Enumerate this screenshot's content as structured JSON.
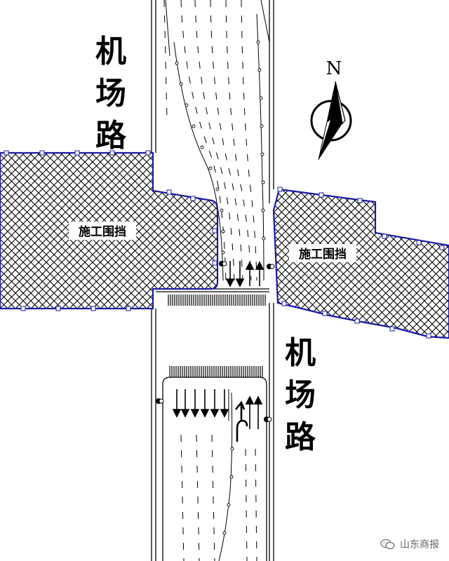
{
  "road_label_north": [
    "机",
    "场",
    "路"
  ],
  "road_label_south": [
    "机",
    "场",
    "路"
  ],
  "zone_left_label": "施工围挡",
  "zone_right_label": "施工围挡",
  "north_letter": "N",
  "watermark": "山东商报",
  "colors": {
    "hoarding_outline": "#1a1aa6",
    "lines": "#000000",
    "background": "#ffffff"
  },
  "icons": [
    "north-arrow-icon",
    "wechat-icon",
    "lane-arrow-icon"
  ]
}
